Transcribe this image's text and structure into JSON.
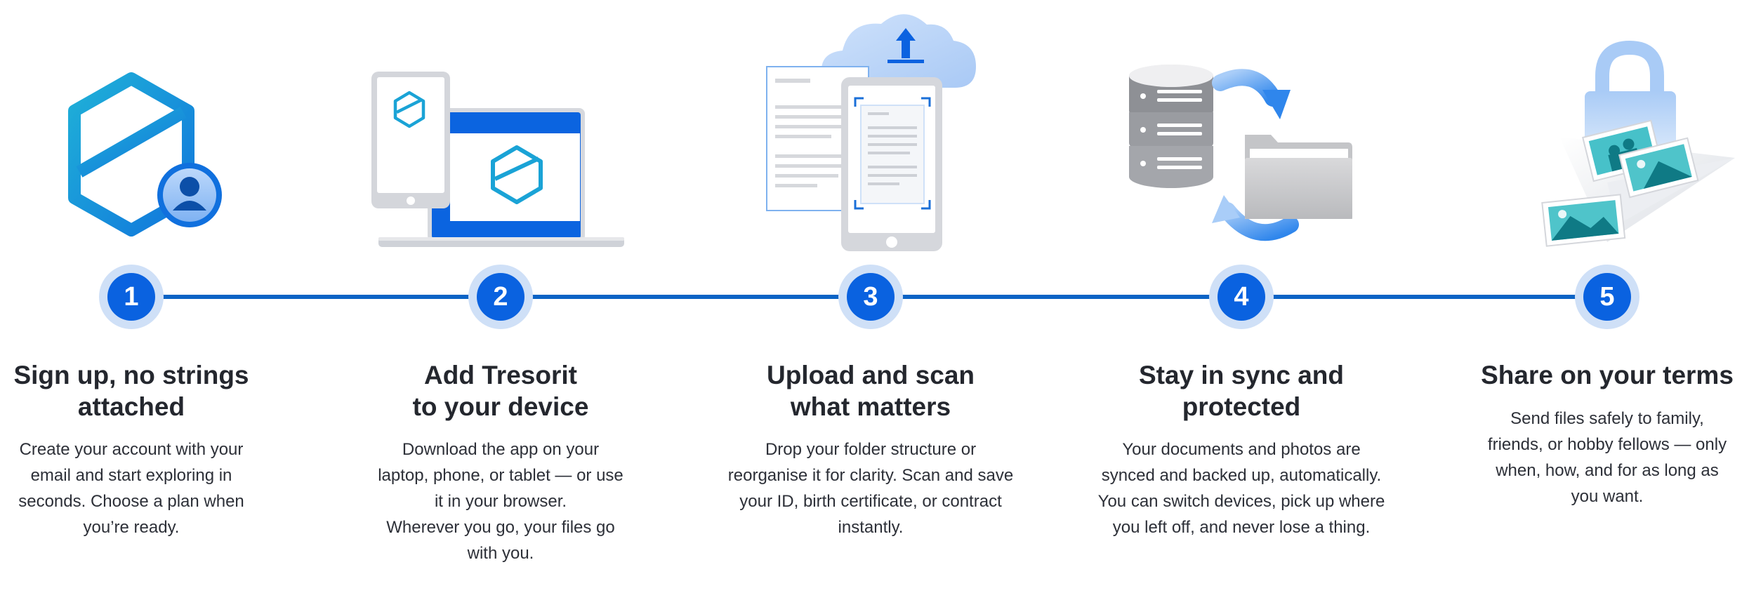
{
  "colors": {
    "accent": "#0a62e0",
    "line": "#0b63c5",
    "halo": "#cfe0f7",
    "icon_teal": "#1aa3d6"
  },
  "steps": [
    {
      "number": "1",
      "title": "Sign up, no strings\nattached",
      "description": "Create your account with your\nemail and start exploring in\nseconds. Choose a plan when\nyou’re ready.",
      "icon": "hexagon-user-icon"
    },
    {
      "number": "2",
      "title": "Add Tresorit\nto your device",
      "description": "Download the app on your\nlaptop, phone, or tablet — or use\nit in your browser.\nWherever you go, your files go\nwith you.",
      "icon": "devices-icon"
    },
    {
      "number": "3",
      "title": "Upload and scan\nwhat matters",
      "description": "Drop your folder structure or\nreorganise it for clarity. Scan and save\nyour ID, birth certificate, or contract\ninstantly.",
      "icon": "cloud-upload-scan-icon"
    },
    {
      "number": "4",
      "title": "Stay in sync and\nprotected",
      "description": "Your documents and photos are\nsynced and backed up, automatically.\nYou can switch devices, pick up where\nyou left off, and never lose a thing.",
      "icon": "server-sync-folder-icon"
    },
    {
      "number": "5",
      "title": "Share on your terms",
      "description": "Send files safely to family,\nfriends, or hobby fellows — only\nwhen, how, and for as long as\nyou want.",
      "icon": "lock-share-photos-icon"
    }
  ]
}
